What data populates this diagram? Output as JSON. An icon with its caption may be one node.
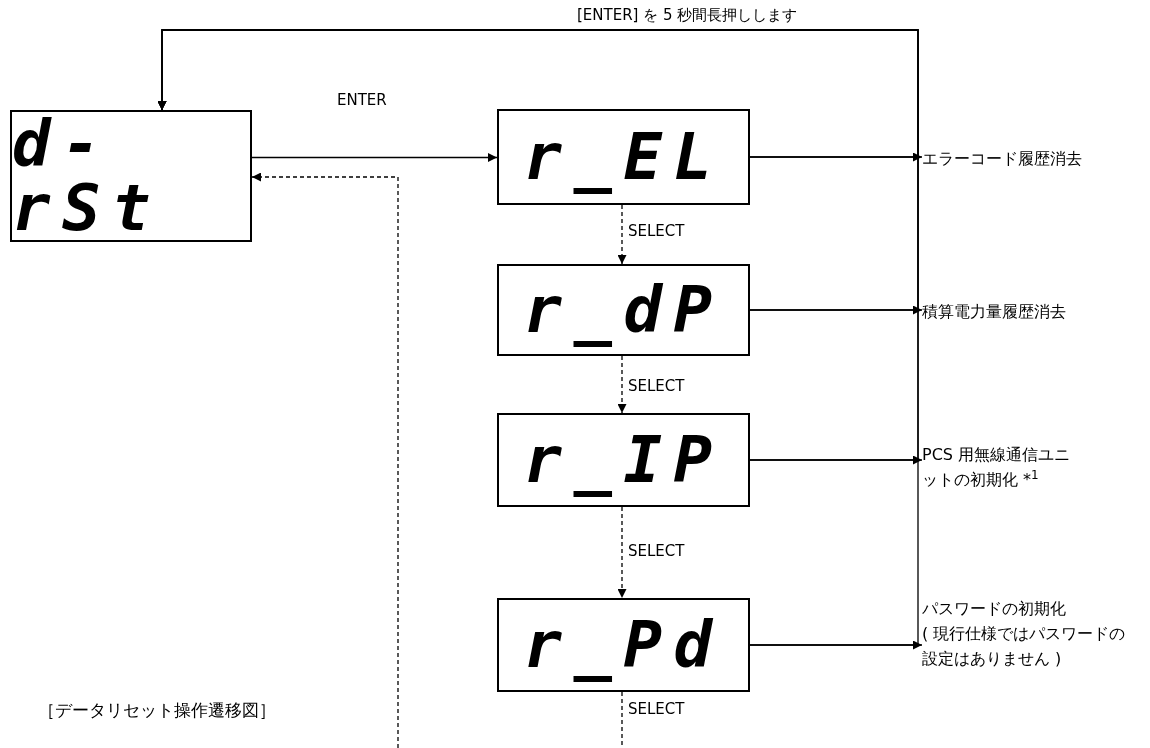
{
  "diagram": {
    "caption": "［データリセット操作遷移図］",
    "nodes": [
      {
        "text": [
          "d-rSt"
        ]
      },
      {
        "text": [
          "r_EL"
        ]
      },
      {
        "text": [
          "r_dP"
        ]
      },
      {
        "text": [
          "r_IP"
        ]
      },
      {
        "text": [
          "r_Pd"
        ]
      },
      {
        "text": [
          "エラーコード履歴消去"
        ]
      },
      {
        "text": [
          "積算電力量履歴消去"
        ]
      },
      {
        "text": [
          "PCS 用無線通信ユニットの初期化 *$^{1}$"
        ]
      },
      {
        "text": [
          "パスワードの初期化",
          "( 現行仕様ではパスワードの設定はありません )"
        ]
      }
    ],
    "edges": [
      {
        "from": 0,
        "to": 1,
        "arrow": "to",
        "label": "ENTER"
      },
      {
        "from": 1,
        "to": 2,
        "arrow": "to",
        "style": "dashed",
        "label": "SELECT"
      },
      {
        "from": 2,
        "to": 3,
        "arrow": "to",
        "style": "dashed",
        "label": "SELECT"
      },
      {
        "from": 3,
        "to": 4,
        "arrow": "to",
        "style": "dashed",
        "label": "SELECT"
      },
      {
        "from": 4,
        "to": null,
        "arrow": "none",
        "style": "dashed",
        "label": "SELECT"
      },
      {
        "from": null,
        "to": 0,
        "arrow": "to",
        "style": "dashed"
      },
      {
        "from": 1,
        "to": 5,
        "arrow": "to"
      },
      {
        "from": 2,
        "to": 6,
        "arrow": "to"
      },
      {
        "from": 3,
        "to": 7,
        "arrow": "to"
      },
      {
        "from": 4,
        "to": 8,
        "arrow": "to"
      },
      {
        "from": 1,
        "to": 0,
        "arrow": "to"
      },
      {
        "from": 2,
        "to": 0,
        "arrow": "to"
      },
      {
        "from": 3,
        "to": 0,
        "arrow": "to"
      },
      {
        "from": 4,
        "to": 0,
        "arrow": "to",
        "label": "[ENTER] を 5 秒間長押しします"
      }
    ]
  }
}
